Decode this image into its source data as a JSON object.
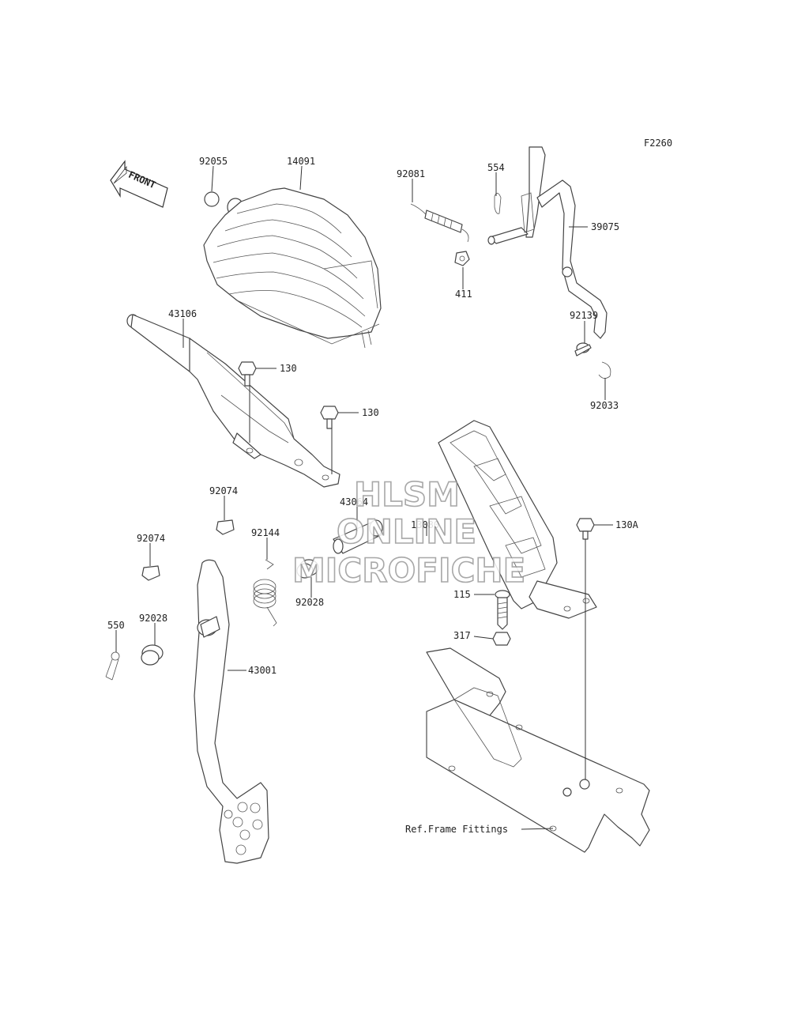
{
  "figure_code": "F2260",
  "front_marker": "FRONT",
  "labels": {
    "p92055": "92055",
    "p14091": "14091",
    "p92081": "92081",
    "p554": "554",
    "p39075": "39075",
    "p411": "411",
    "p92139": "92139",
    "p92033": "92033",
    "p43106": "43106",
    "p130_a": "130",
    "p130_b": "130",
    "p92074_a": "92074",
    "p92074_b": "92074",
    "p92144": "92144",
    "p43064": "43064",
    "p13080": "13080",
    "p130A": "130A",
    "p92028_a": "92028",
    "p92028_b": "92028",
    "p550": "550",
    "p43001": "43001",
    "p115": "115",
    "p317": "317",
    "ref_frame": "Ref.Frame Fittings"
  },
  "watermark": {
    "line1": "HLSM",
    "line2": "ONLINE",
    "line3": "MICROFICHE"
  }
}
